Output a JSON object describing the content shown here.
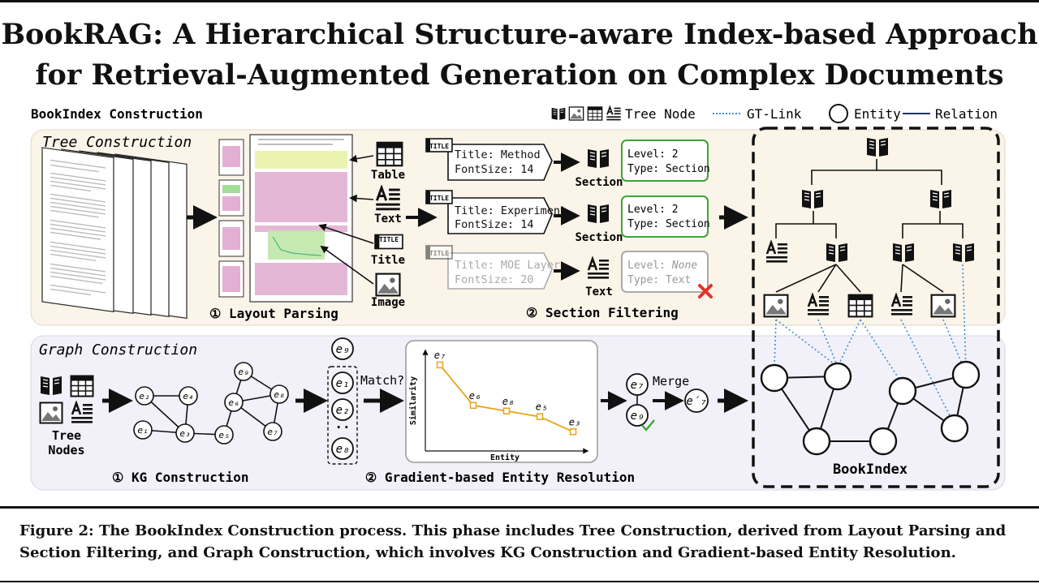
{
  "title_line1": "BookRAG: A Hierarchical Structure-aware Index-based Approach",
  "title_line2": "for Retrieval-Augmented Generation on Complex Documents",
  "legend": {
    "heading": "BookIndex Construction",
    "tree_node": "Tree Node",
    "gt_link": "GT-Link",
    "entity": "Entity",
    "relation": "Relation"
  },
  "tree_construction": {
    "heading": "Tree Construction",
    "element_labels": [
      "Table",
      "Text",
      "Title",
      "Image"
    ],
    "step1": "① Layout Parsing",
    "step2": "② Section Filtering",
    "title_tag": "TITLE",
    "candidates": [
      {
        "title": "Title: Method",
        "font": "FontSize: 14",
        "result": "Section",
        "level": "Level: 2",
        "type": "Type: Section"
      },
      {
        "title": "Title: Experiment",
        "font": "FontSize: 14",
        "result": "Section",
        "level": "Level: 2",
        "type": "Type: Section"
      },
      {
        "title": "Title: MOE Layer",
        "font": "FontSize: 20",
        "result": "Text",
        "level_prefix": "Level: ",
        "level_value": "None",
        "type": "Type: Text"
      }
    ]
  },
  "graph_construction": {
    "heading": "Graph Construction",
    "tree_nodes_label": [
      "Tree",
      "Nodes"
    ],
    "step1": "① KG Construction",
    "step2": "② Gradient-based Entity Resolution",
    "match_label": "Match?",
    "merge_label": "Merge",
    "bookindex_label": "BookIndex"
  },
  "chart_data": {
    "type": "line",
    "xlabel": "Entity",
    "ylabel": "Similarity",
    "categories": [
      "e7",
      "e6",
      "e8",
      "e5",
      "e3"
    ],
    "values": [
      0.88,
      0.45,
      0.39,
      0.33,
      0.17
    ],
    "ylim": [
      0,
      1
    ],
    "grid": false,
    "color": "#e8a317"
  },
  "colors": {
    "tree_panel_bg": "#fbf4e8",
    "graph_panel_bg": "#f2f0f8",
    "green_box": "#3aa53a",
    "gt_link": "#3b8fd6",
    "red_cross": "#e0332b",
    "highlight_pink": "#cc6fb0"
  }
}
